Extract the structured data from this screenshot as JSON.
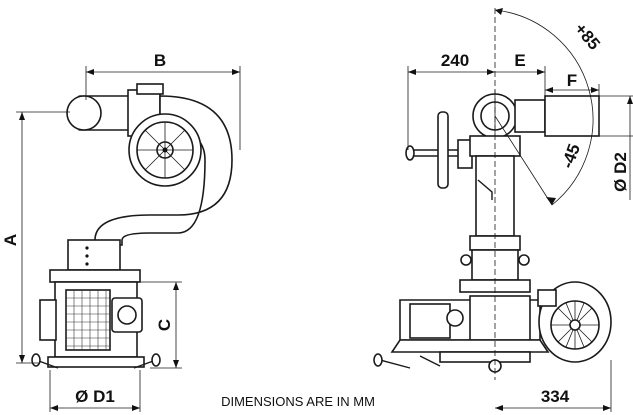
{
  "dimensions": {
    "A": "A",
    "B": "B",
    "C": "C",
    "D1": "Ø D1",
    "D2": "Ø D2",
    "E": "E",
    "F": "F",
    "len_240": "240",
    "len_334": "334",
    "angle_up": "+85",
    "angle_down": "-45"
  },
  "note": "DIMENSIONS ARE IN MM"
}
